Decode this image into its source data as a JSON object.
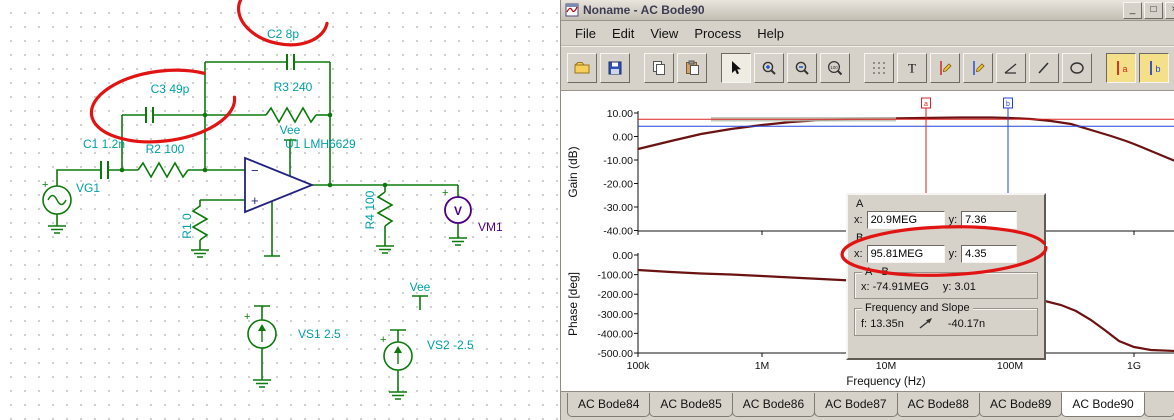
{
  "schematic": {
    "c2": "C2 8p",
    "c3": "C3 49p",
    "r3": "R3 240",
    "c1": "C1 1.2n",
    "r2": "R2 100",
    "vg1": "VG1",
    "u1": "U1 LMH6629",
    "r1": "R1 0",
    "r4": "R4 100",
    "vm1": "VM1",
    "vs1": "VS1 2.5",
    "vs2": "VS2 -2.5",
    "vee": "Vee",
    "plus": "+",
    "minus": "−",
    "voltmeter_v": "V",
    "colors": {
      "wire": "#0b7a0b",
      "label": "#00a0a8",
      "opamp": "#23237f",
      "meter": "#4b0082",
      "annotation": "#e11414"
    }
  },
  "window": {
    "title": "Noname - AC Bode90",
    "menu": [
      "File",
      "Edit",
      "View",
      "Process",
      "Help"
    ],
    "buttons": {
      "minimize": "_",
      "maximize": "□",
      "close": "×"
    }
  },
  "toolbar": {
    "text_tool": "T",
    "zoom_100_label": "100",
    "cursor_a_label": "a",
    "cursor_b_label": "b"
  },
  "plot": {
    "gain_label": "Gain (dB)",
    "phase_label": "Phase [deg]",
    "freq_label": "Frequency (Hz)",
    "gain_ticks": [
      "10.00",
      "0.00",
      "-10.00",
      "-20.00",
      "-30.00",
      "-40.00"
    ],
    "phase_ticks": [
      "0.00",
      "-100.00",
      "-200.00",
      "-300.00",
      "-400.00",
      "-500.00"
    ],
    "freq_ticks": [
      "100k",
      "1M",
      "10M",
      "100M",
      "1G"
    ],
    "curve_color": "#6b1212",
    "cursor_a_color": "#dd2222",
    "cursor_b_color": "#2244dd"
  },
  "cursor_panel": {
    "a_label": "A",
    "b_label": "B",
    "x_label": "x:",
    "y_label": "y:",
    "a_x": "20.9MEG",
    "a_y": "7.36",
    "b_x": "95.81MEG",
    "b_y": "4.35",
    "ab_title": "A - B",
    "ab_x": "-74.91MEG",
    "ab_y": "3.01",
    "fs_title": "Frequency and Slope",
    "f_label": "f:",
    "f_value": "13.35n",
    "slope_value": "-40.17n"
  },
  "tabs": [
    "AC Bode84",
    "AC Bode85",
    "AC Bode86",
    "AC Bode87",
    "AC Bode88",
    "AC Bode89",
    "AC Bode90"
  ],
  "active_tab": "AC Bode90",
  "chart_data": {
    "type": "line",
    "title": "AC Bode90",
    "xlabel": "Frequency (Hz)",
    "x_scale": "log",
    "x_range_hz": [
      100000,
      2000000000
    ],
    "panels": [
      {
        "ylabel": "Gain (dB)",
        "ylim": [
          -40,
          10
        ],
        "x_hz": [
          100000.0,
          200000.0,
          500000.0,
          1000000.0,
          2000000.0,
          5000000.0,
          10000000.0,
          30000000.0,
          100000000.0,
          150000000.0,
          300000000.0,
          500000000.0,
          1000000000.0,
          2000000000.0
        ],
        "y_db": [
          -5.5,
          -2.5,
          2.0,
          4.9,
          6.2,
          7.0,
          7.3,
          7.5,
          7.4,
          7.0,
          4.5,
          1.0,
          -3.0,
          -9.0
        ]
      },
      {
        "ylabel": "Phase [deg]",
        "ylim": [
          -500,
          0
        ],
        "x_hz": [
          100000.0,
          1000000.0,
          10000000.0,
          100000000.0,
          200000000.0,
          300000000.0,
          500000000.0,
          700000000.0,
          1000000000.0,
          2000000000.0
        ],
        "y_deg": [
          -77,
          -107,
          -140,
          -201,
          -230,
          -265,
          -330,
          -400,
          -455,
          -480
        ]
      }
    ],
    "cursors": {
      "a": {
        "x_hz": 20900000,
        "gain_db": 7.36
      },
      "b": {
        "x_hz": 95810000,
        "gain_db": 4.35
      },
      "a_minus_b": {
        "x": "-74.91MEG",
        "y": 3.01
      },
      "frequency": "13.35n",
      "slope": "-40.17n"
    },
    "legend": false,
    "grid": false
  }
}
